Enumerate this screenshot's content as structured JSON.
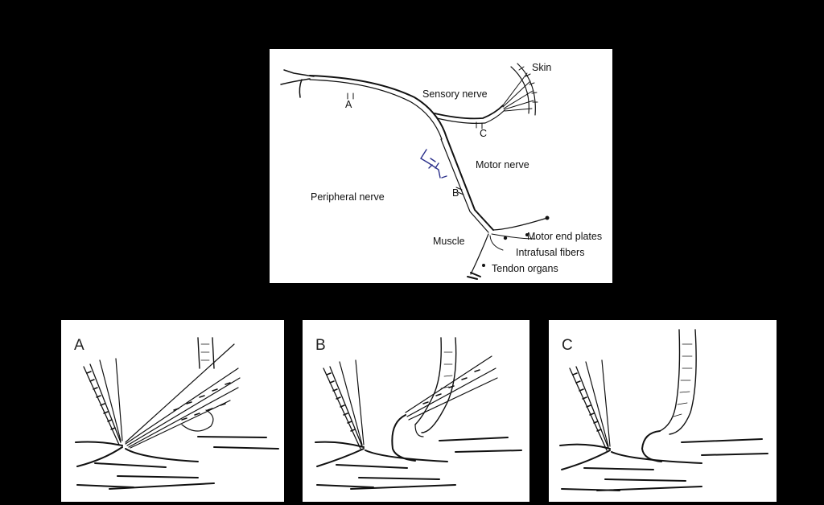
{
  "diagram": {
    "labels": {
      "skin": "Skin",
      "sensory_nerve": "Sensory nerve",
      "motor_nerve": "Motor nerve",
      "peripheral_nerve": "Peripheral nerve",
      "muscle": "Muscle",
      "motor_end_plates": "Motor end plates",
      "intrafusal_fibers": "Intrafusal fibers",
      "tendon_organs": "Tendon organs",
      "site_a": "A",
      "site_b": "B",
      "site_c": "C"
    },
    "panels": [
      {
        "letter": "A"
      },
      {
        "letter": "B"
      },
      {
        "letter": "C"
      }
    ],
    "colors": {
      "background": "#000000",
      "panel": "#ffffff",
      "ink": "#111111",
      "accent": "#2a2f8a"
    }
  }
}
